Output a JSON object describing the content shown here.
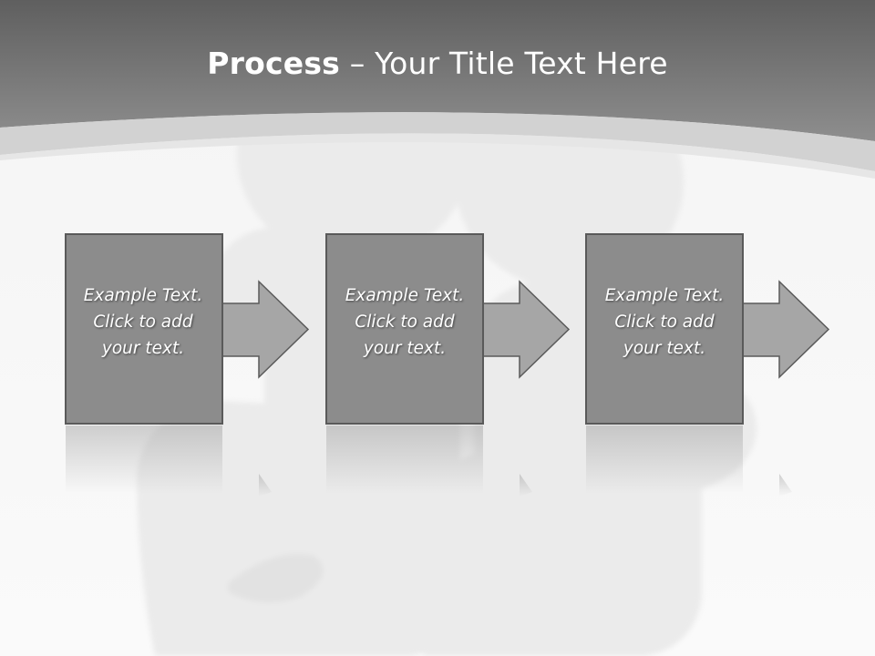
{
  "slide": {
    "title_bold": "Process",
    "title_rest": " – Your Title Text Here"
  },
  "steps": [
    {
      "line1": "Example Text.",
      "line2": "Click  to add",
      "line3": "your text."
    },
    {
      "line1": "Example Text.",
      "line2": "Click  to add",
      "line3": "your text."
    },
    {
      "line1": "Example Text.",
      "line2": "Click  to add",
      "line3": "your text."
    }
  ],
  "colors": {
    "header": "#6e6e6e",
    "box": "#8c8c8c",
    "box_border": "#5a5a5a",
    "background": "#f6f6f6"
  }
}
